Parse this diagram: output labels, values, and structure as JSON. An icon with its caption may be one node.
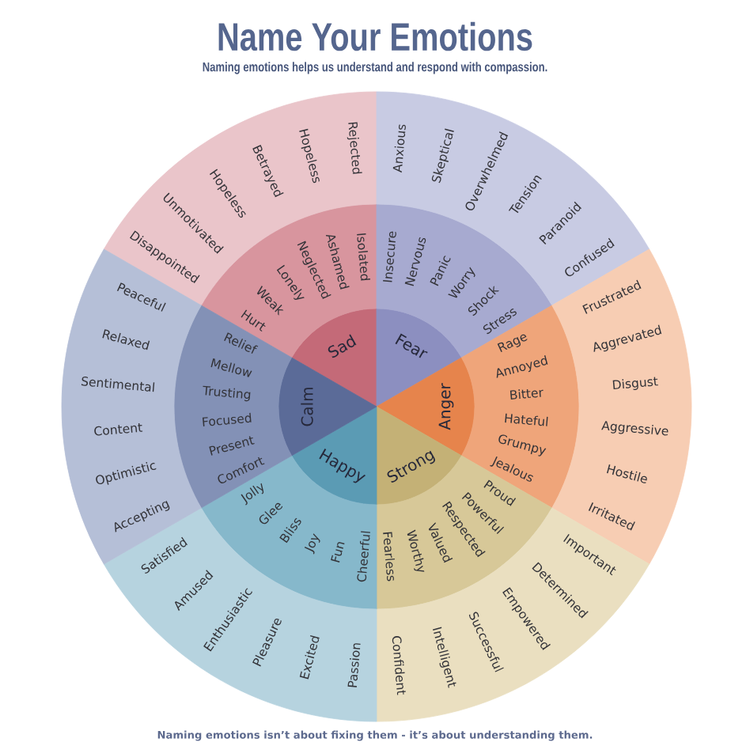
{
  "diagram": {
    "title": "Name Your Emotions",
    "caption": "Naming emotions isn’t about fixing them - it’s about understanding them.",
    "nodes": [
      {
        "text": [
          "Sad"
        ]
      },
      {
        "text": [
          "Hurt",
          "Weak",
          "Lonely",
          "Neglected",
          "Ashamed",
          "Isolated"
        ]
      },
      {
        "text": [
          "Disappointed",
          "Unmotivated",
          "Hopeless",
          "Betrayed",
          "Hopeless",
          "Rejected"
        ]
      },
      {
        "text": [
          "Fear"
        ]
      },
      {
        "text": [
          "Insecure",
          "Nervous",
          "Panic",
          "Worry",
          "Shock",
          "Stress"
        ]
      },
      {
        "text": [
          "Anxious",
          "Skeptical",
          "Overwhelmed",
          "Tension",
          "Paranoid",
          "Confused"
        ]
      },
      {
        "text": [
          "Anger"
        ]
      },
      {
        "text": [
          "Rage",
          "Annoyed",
          "Bitter",
          "Hateful",
          "Grumpy",
          "Jealous"
        ]
      },
      {
        "text": [
          "Frustrated",
          "Aggrevated",
          "Disgust",
          "Aggressive",
          "Hostile",
          "Irritated"
        ]
      },
      {
        "text": [
          "Strong"
        ]
      },
      {
        "text": [
          "Fearless",
          "Worthy",
          "Valued",
          "Respected",
          "Powerful",
          "Proud"
        ]
      },
      {
        "text": [
          "Confident",
          "Intelligent",
          "Successful",
          "Empowered",
          "Determined",
          "Important"
        ]
      },
      {
        "text": [
          "Happy"
        ]
      },
      {
        "text": [
          "Jolly",
          "Glee",
          "Bliss",
          "Joy",
          "Fun",
          "Cheerful"
        ]
      },
      {
        "text": [
          "Satisfied",
          "Amused",
          "Enthusiastic",
          "Pleasure",
          "Excited",
          "Passion"
        ]
      },
      {
        "text": [
          "Calm"
        ]
      },
      {
        "text": [
          "Relief",
          "Mellow",
          "Trusting",
          "Focused",
          "Present",
          "Comfort"
        ]
      },
      {
        "text": [
          "Peaceful",
          "Relaxed",
          "Sentimental",
          "Content",
          "Optimistic",
          "Accepting"
        ]
      }
    ],
    "labels": [
      "Naming emotions helps us understand and respond with compassion."
    ]
  }
}
